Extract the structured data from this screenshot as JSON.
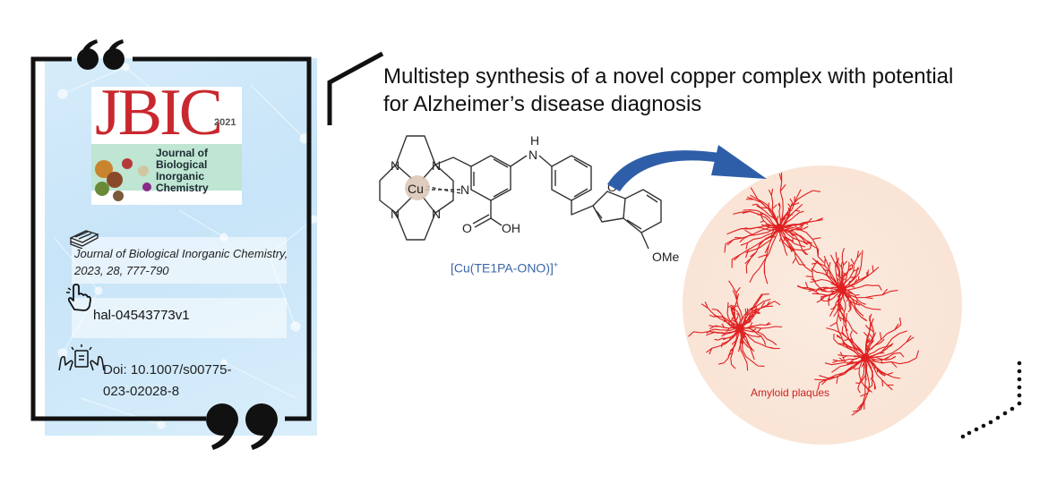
{
  "card": {
    "journal_cover": {
      "logo_text": "JBIC",
      "year": "2021",
      "name_lines": [
        "Journal of",
        "Biological",
        "Inorganic",
        "Chemistry"
      ]
    },
    "reference": "Journal of Biological Inorganic Chemistry, 2023, 28, 777-790",
    "hal_id": "hal-04543773v1",
    "doi_lines": [
      "Doi: 10.1007/s00775-",
      "023-02028-8"
    ]
  },
  "headline": {
    "line1": "Multistep synthesis of a novel copper complex with potential",
    "line2": "for Alzheimer’s disease diagnosis"
  },
  "molecule": {
    "metal": "Cu",
    "atoms": {
      "n_amine": "N",
      "n_pyridine": "N",
      "h": "H",
      "o_furan": "O",
      "carbonyl_o": "O",
      "hydroxyl": "OH",
      "methoxy": "OMe"
    },
    "complex_name": "[Cu(TE1PA-ONO)]",
    "complex_charge": "+"
  },
  "plaques": {
    "label": "Amyloid plaques"
  },
  "colors": {
    "card_background": "#cfe8f8",
    "frame": "#111111",
    "arrow": "#2f5ea8",
    "plaque": "#e02020",
    "circle": "#f9e4d6",
    "logo": "#c8282e",
    "label_blue": "#3b66a8"
  },
  "icons": [
    "quote-open-icon",
    "quote-close-icon",
    "book-stack-icon",
    "pointer-hand-icon",
    "hands-document-icon"
  ]
}
